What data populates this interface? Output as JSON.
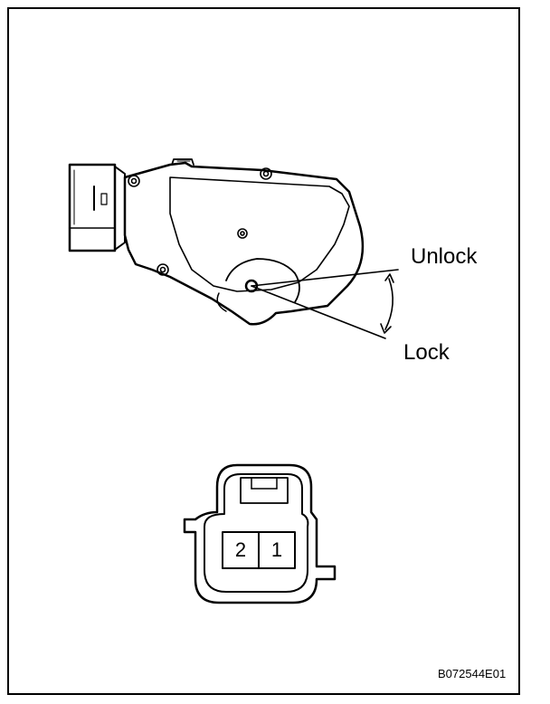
{
  "labels": {
    "unlock": "Unlock",
    "lock": "Lock"
  },
  "connector": {
    "pins": [
      "2",
      "1"
    ]
  },
  "figure_code": "B072544E01"
}
